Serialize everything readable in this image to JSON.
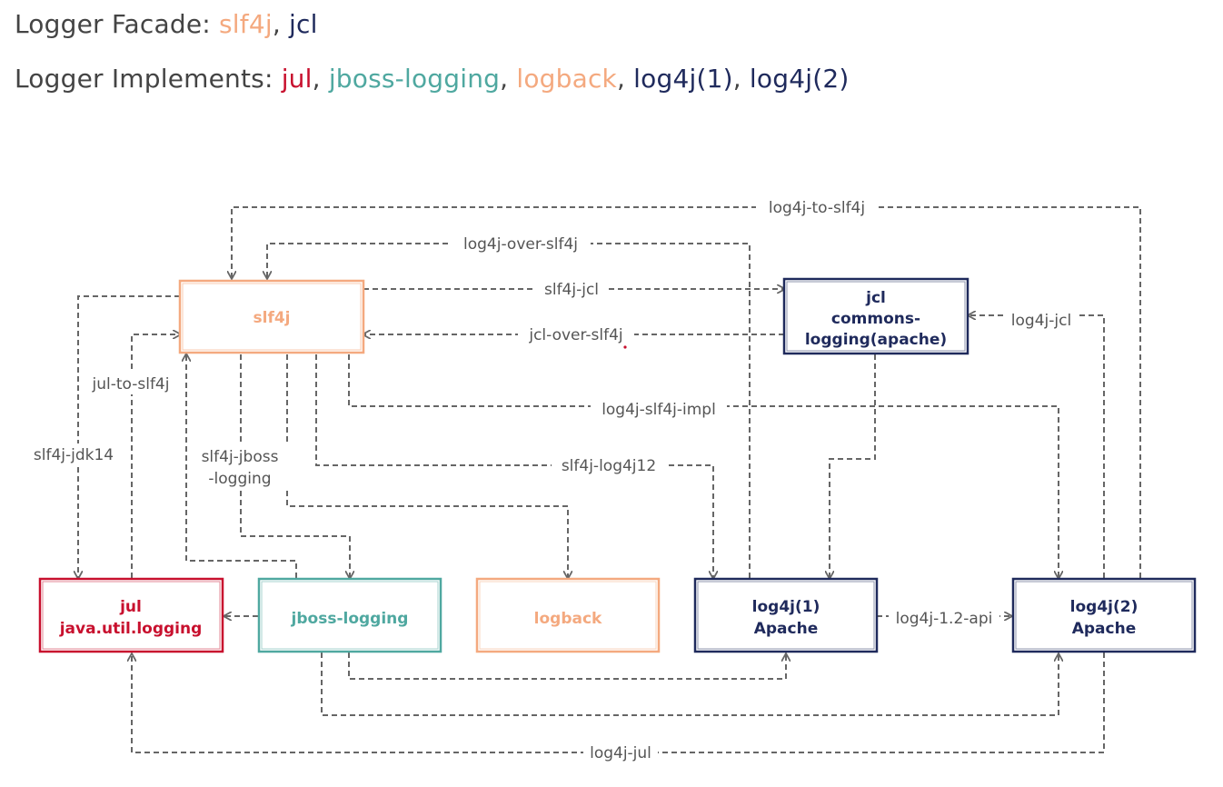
{
  "header": {
    "facade_label": "Logger Facade:",
    "facade_items": [
      {
        "text": "slf4j",
        "color": "#f4a97f"
      },
      {
        "text": "jcl",
        "color": "#1f2a5c"
      }
    ],
    "implements_label": "Logger Implements:",
    "implements_items": [
      {
        "text": "jul",
        "color": "#c8102e"
      },
      {
        "text": "jboss-logging",
        "color": "#4fa8a0"
      },
      {
        "text": "logback",
        "color": "#f4a97f"
      },
      {
        "text": "log4j(1)",
        "color": "#1f2a5c"
      },
      {
        "text": "log4j(2)",
        "color": "#1f2a5c"
      }
    ]
  },
  "nodes": {
    "slf4j": {
      "lines": [
        "slf4j"
      ],
      "color": "#f4a97f"
    },
    "jcl": {
      "lines": [
        "jcl",
        "commons-",
        "logging(apache)"
      ],
      "color": "#1f2a5c"
    },
    "jul": {
      "lines": [
        "jul",
        "java.util.logging"
      ],
      "color": "#c8102e"
    },
    "jboss": {
      "lines": [
        "jboss-logging"
      ],
      "color": "#4fa8a0"
    },
    "logback": {
      "lines": [
        "logback"
      ],
      "color": "#f4a97f"
    },
    "log4j1": {
      "lines": [
        "log4j(1)",
        "Apache"
      ],
      "color": "#1f2a5c"
    },
    "log4j2": {
      "lines": [
        "log4j(2)",
        "Apache"
      ],
      "color": "#1f2a5c"
    }
  },
  "edges": {
    "log4j_to_slf4j": "log4j-to-slf4j",
    "log4j_over_slf4j": "log4j-over-slf4j",
    "slf4j_jcl": "slf4j-jcl",
    "jcl_over_slf4j": "jcl-over-slf4j",
    "log4j_jcl": "log4j-jcl",
    "jul_to_slf4j": "jul-to-slf4j",
    "log4j_slf4j_impl": "log4j-slf4j-impl",
    "slf4j_jdk14": "slf4j-jdk14",
    "slf4j_jboss_logging_1": "slf4j-jboss",
    "slf4j_jboss_logging_2": "-logging",
    "slf4j_log4j12": "slf4j-log4j12",
    "log4j_1_2_api": "log4j-1.2-api",
    "log4j_jul": "log4j-jul"
  },
  "colors": {
    "edge": "#666666",
    "label_bg": "#ffffff"
  }
}
